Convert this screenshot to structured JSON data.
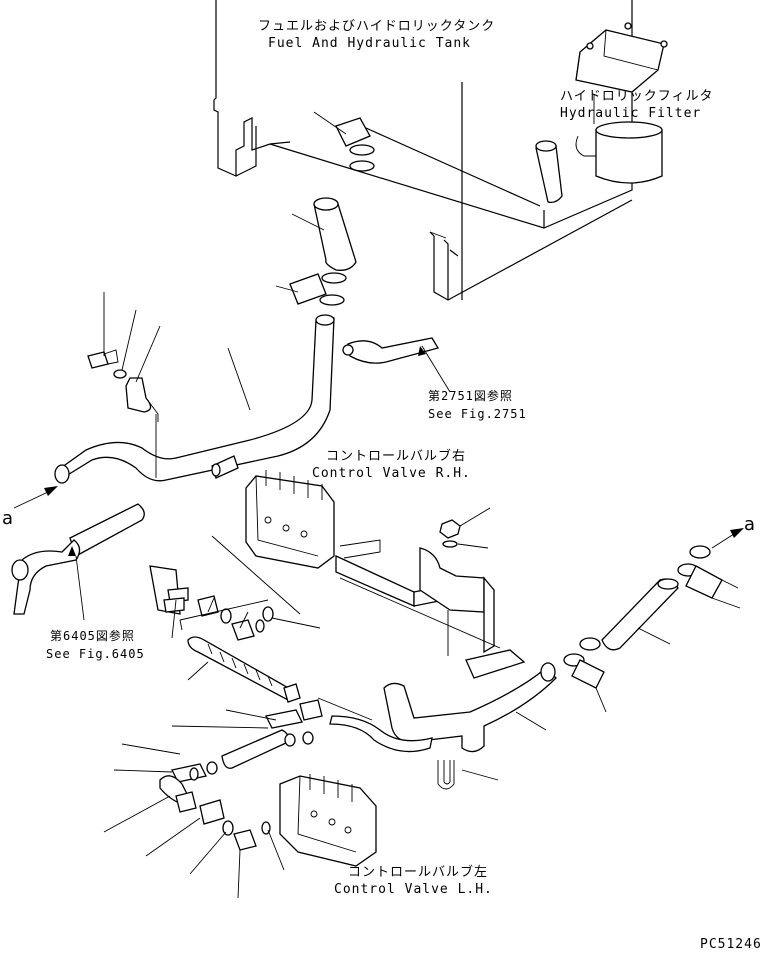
{
  "labels": {
    "tank_jp": "フュエルおよびハイドロリックタンク",
    "tank_en": "Fuel And Hydraulic Tank",
    "filter_jp": "ハイドロリックフィルタ",
    "filter_en": "Hydraulic Filter",
    "fig2751_jp": "第2751図参照",
    "fig2751_en": "See Fig.2751",
    "cv_rh_jp": "コントロールバルブ右",
    "cv_rh_en": "Control Valve R.H.",
    "fig6405_jp": "第6405図参照",
    "fig6405_en": "See Fig.6405",
    "cv_lh_jp": "コントロールバルブ左",
    "cv_lh_en": "Control Valve L.H.",
    "ref_a_left": "a",
    "ref_a_right": "a",
    "drawing_code": "PC51246"
  }
}
